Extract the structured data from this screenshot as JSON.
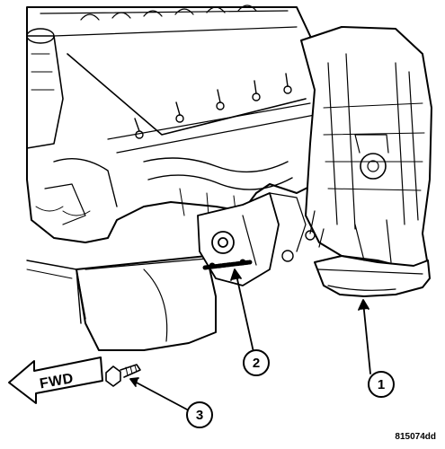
{
  "callouts": [
    {
      "number": "1"
    },
    {
      "number": "2"
    },
    {
      "number": "3"
    }
  ],
  "direction_arrow": {
    "label": "FWD"
  },
  "figure_id": "815074dd",
  "colors": {
    "line": "#000000",
    "background": "#ffffff"
  }
}
